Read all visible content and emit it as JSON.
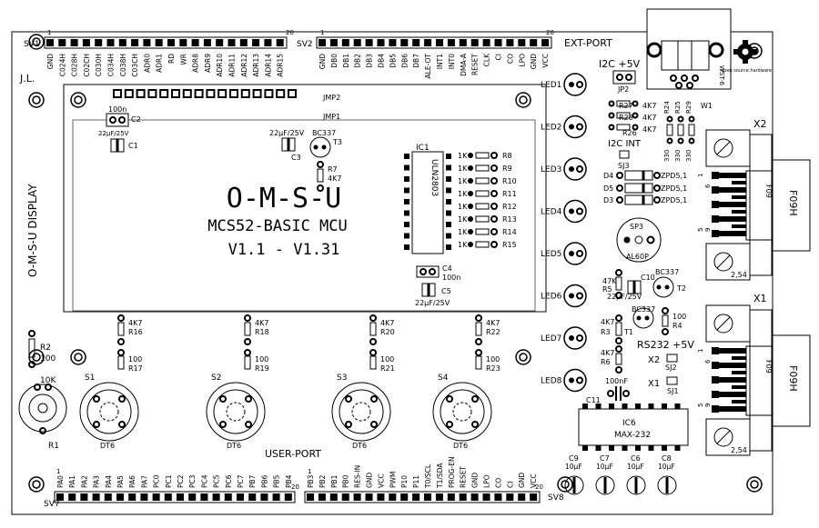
{
  "board": {
    "author": "J.L.",
    "title": "O-M-S-U",
    "subtitle": "MCS52-BASIC MCU",
    "version": "V1.1 - V1.31",
    "display_label": "O-M-S-U DISPLAY",
    "ext_port_label": "EXT-PORT",
    "user_port_label": "USER-PORT",
    "osh_text": "open source hardware"
  },
  "headers": {
    "sv1": {
      "name": "SV1",
      "first": "1",
      "last": "20",
      "pins": [
        "GND",
        "C024H",
        "C028H",
        "C02CH",
        "C030H",
        "C034H",
        "C038H",
        "C03CH",
        "ADR0",
        "ADR1",
        "RD",
        "WR",
        "ADR8",
        "ADR9",
        "ADR10",
        "ADR11",
        "ADR12",
        "ADR13",
        "ADR14",
        "ADR15"
      ]
    },
    "sv2": {
      "name": "SV2",
      "first": "1",
      "last": "20",
      "pins": [
        "GND",
        "DB0",
        "DB1",
        "DB2",
        "DB3",
        "DB4",
        "DB5",
        "DB6",
        "DB7",
        "ALE-OT",
        "INT1",
        "INT0",
        "DMA-A",
        "RESET",
        "CLK",
        "CI",
        "CO",
        "LPO",
        "GND",
        "VCC"
      ]
    },
    "sv7": {
      "name": "SV7",
      "first": "1",
      "last": "20",
      "pins": [
        "PA0",
        "PA1",
        "PA2",
        "PA3",
        "PA4",
        "PA5",
        "PA6",
        "PA7",
        "PC0",
        "PC1",
        "PC2",
        "PC3",
        "PC4",
        "PC5",
        "PC6",
        "PC7",
        "PB7",
        "PB6",
        "PB5",
        "PB4"
      ]
    },
    "sv8": {
      "name": "SV8",
      "first": "1",
      "last": "20",
      "pins": [
        "PB3",
        "PB2",
        "PB1",
        "PB0",
        "RES-IN",
        "GND",
        "VCC",
        "PWM",
        "P10",
        "P11",
        "T0/SCL",
        "T1/SDA",
        "PROG-EN",
        "RESET",
        "GND",
        "LPO",
        "CO",
        "CI",
        "GND",
        "VCC"
      ]
    }
  },
  "components": {
    "jmp1": "JMP1",
    "jmp2": "JMP2",
    "c1": "C1",
    "c1_val": "22µF/25V",
    "c2": "C2",
    "c2_val": "100n",
    "c3": "C3",
    "c3_val": "22µF/25V",
    "t3": "T3",
    "t3_val": "BC337",
    "r7": "R7",
    "r7_val": "4K7",
    "ic1": "IC1",
    "ic1_val": "ULN2803",
    "c4": "C4",
    "c4_val": "100n",
    "c5": "C5",
    "c5_val": "22µF/25V",
    "r8_15": [
      {
        "val": "1K",
        "name": "R8"
      },
      {
        "val": "1K",
        "name": "R9"
      },
      {
        "val": "1K",
        "name": "R10"
      },
      {
        "val": "1K",
        "name": "R11"
      },
      {
        "val": "1K",
        "name": "R12"
      },
      {
        "val": "1K",
        "name": "R13"
      },
      {
        "val": "1K",
        "name": "R14"
      },
      {
        "val": "1K",
        "name": "R15"
      }
    ],
    "leds": [
      "LED1",
      "LED2",
      "LED3",
      "LED4",
      "LED5",
      "LED6",
      "LED7",
      "LED8"
    ],
    "i2c5v": "I2C +5V",
    "jp2": "JP2",
    "w1": "W1",
    "wst6": "WST-6",
    "r27": "R27",
    "r28": "R28",
    "r26": "R26",
    "r_4k7": "4K7",
    "r24": "R24",
    "r25": "R25",
    "r29": "R29",
    "r_330": "330",
    "i2c_int": "I2C INT",
    "sj3": "SJ3",
    "d4": "D4",
    "d5": "D5",
    "d3": "D3",
    "zpd": "ZPD5,1",
    "sp3": "SP3",
    "sp3_val": "AL60P",
    "r5": "R5",
    "r5_val": "47K",
    "c10": "C10",
    "c10_val": "22µF/25V",
    "t2": "T2",
    "t2_val": "BC337",
    "t1": "T1",
    "t1_val": "BC337",
    "r3": "R3",
    "r3_val": "4K7",
    "r4": "R4",
    "r4_val": "100",
    "r6": "R6",
    "r6_val": "4K7",
    "rs232": "RS232 +5V",
    "x2": "X2",
    "sj2": "SJ2",
    "x1": "X1",
    "sj1": "SJ1",
    "c11": "C11",
    "c11_val": "100nF",
    "ic6": "IC6",
    "ic6_val": "MAX-232",
    "caps_bottom": [
      {
        "name": "C9",
        "val": "10µF"
      },
      {
        "name": "C7",
        "val": "10µF"
      },
      {
        "name": "C6",
        "val": "10µF"
      },
      {
        "name": "C8",
        "val": "10µF"
      }
    ],
    "x2_conn": "X2",
    "x1_conn": "X1",
    "f09h": "F09H",
    "f09": "F09",
    "pitch": "2,54",
    "pin1": "1",
    "pin5": "5",
    "pin6": "6",
    "pin9": "9",
    "r2": "R2",
    "r2_val": "100",
    "r1": "R1",
    "r1_val": "10K",
    "switches": [
      {
        "s": "S1",
        "dt": "DT6",
        "rt": "R16",
        "rtv": "4K7",
        "rb": "R17",
        "rbv": "100"
      },
      {
        "s": "S2",
        "dt": "DT6",
        "rt": "R18",
        "rtv": "4K7",
        "rb": "R19",
        "rbv": "100"
      },
      {
        "s": "S3",
        "dt": "DT6",
        "rt": "R20",
        "rtv": "4K7",
        "rb": "R21",
        "rbv": "100"
      },
      {
        "s": "S4",
        "dt": "DT6",
        "rt": "R22",
        "rtv": "4K7",
        "rb": "R23",
        "rbv": "100"
      }
    ]
  }
}
